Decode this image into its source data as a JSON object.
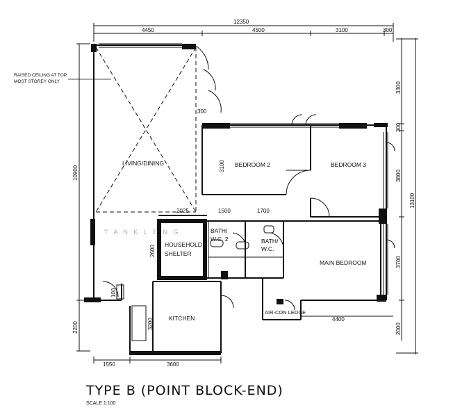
{
  "plan": {
    "title": "TYPE B (POINT BLOCK-END)",
    "scale": "SCALE  1:100",
    "note_line1": "RAISED CEILING AT TOP",
    "note_line2": "MOST STOREY ONLY",
    "watermark": "T A N K     L E N G",
    "rooms": {
      "living": "LIVING/DINING",
      "bedroom2": "BEDROOM 2",
      "bedroom3": "BEDROOM 3",
      "main_bedroom": "MAIN BEDROOM",
      "shelter_line1": "HOUSEHOLD",
      "shelter_line2": "SHELTER",
      "bath2_line1": "BATH/",
      "bath2_line2": "W.C. 2",
      "bath1_line1": "BATH/",
      "bath1_line2": "W.C.",
      "kitchen": "KITCHEN",
      "aircon": "AIR-CON LEDGE"
    },
    "dims": {
      "overall_width": "12350",
      "top_1": "4450",
      "top_2": "4500",
      "top_3": "3100",
      "top_4": "300",
      "right_1": "3300",
      "right_2": "300",
      "right_3": "3800",
      "right_4": "3700",
      "right_5": "2000",
      "right_overall": "13100",
      "left_1": "10900",
      "left_2": "2200",
      "bed2_depth": "3100",
      "small_300": "300",
      "mid_1": "2025",
      "mid_2": "1500",
      "mid_3": "1700",
      "shelter_h": "2600",
      "kitchen_h": "3200",
      "dim_100": "100",
      "aircon_w": "4400",
      "bottom_1": "1550",
      "bottom_2": "3600"
    }
  }
}
